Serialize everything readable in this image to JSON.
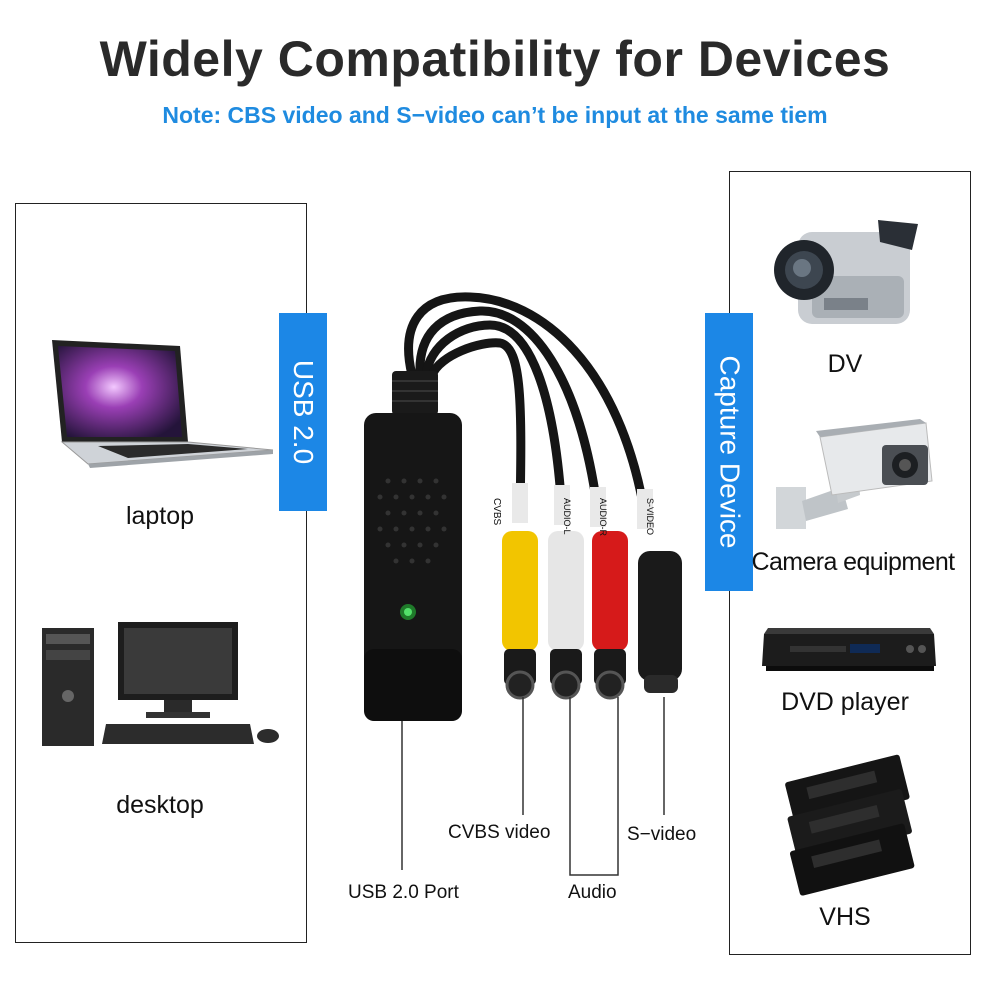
{
  "title": "Widely Compatibility for Devices",
  "note": "Note: CBS video and S−video can’t be input at the same tiem",
  "left_panel": {
    "tab": "USB 2.0",
    "items": [
      {
        "label": "laptop",
        "icon": "laptop-icon"
      },
      {
        "label": "desktop",
        "icon": "desktop-computer-icon"
      }
    ]
  },
  "right_panel": {
    "tab": "Capture Device",
    "items": [
      {
        "label": "DV",
        "icon": "camcorder-icon"
      },
      {
        "label": "Camera equipment",
        "icon": "security-camera-icon"
      },
      {
        "label": "DVD player",
        "icon": "dvd-player-icon"
      },
      {
        "label": "VHS",
        "icon": "vhs-tapes-icon"
      }
    ]
  },
  "adapter": {
    "connector_tags": [
      "CVBS",
      "AUDIO-L",
      "AUDIO-R",
      "S-VIDEO"
    ],
    "callouts": {
      "usb_port": "USB 2.0 Port",
      "cvbs": "CVBS video",
      "audio": "Audio",
      "svideo": "S−video"
    },
    "colors": {
      "cvbs": "#f2c500",
      "audio_l": "#e8e8e8",
      "audio_r": "#d61a1a",
      "svideo": "#1a1a1a"
    }
  },
  "colors": {
    "accent": "#1c87e6",
    "title": "#2a2a2a",
    "note": "#1f8be0"
  }
}
